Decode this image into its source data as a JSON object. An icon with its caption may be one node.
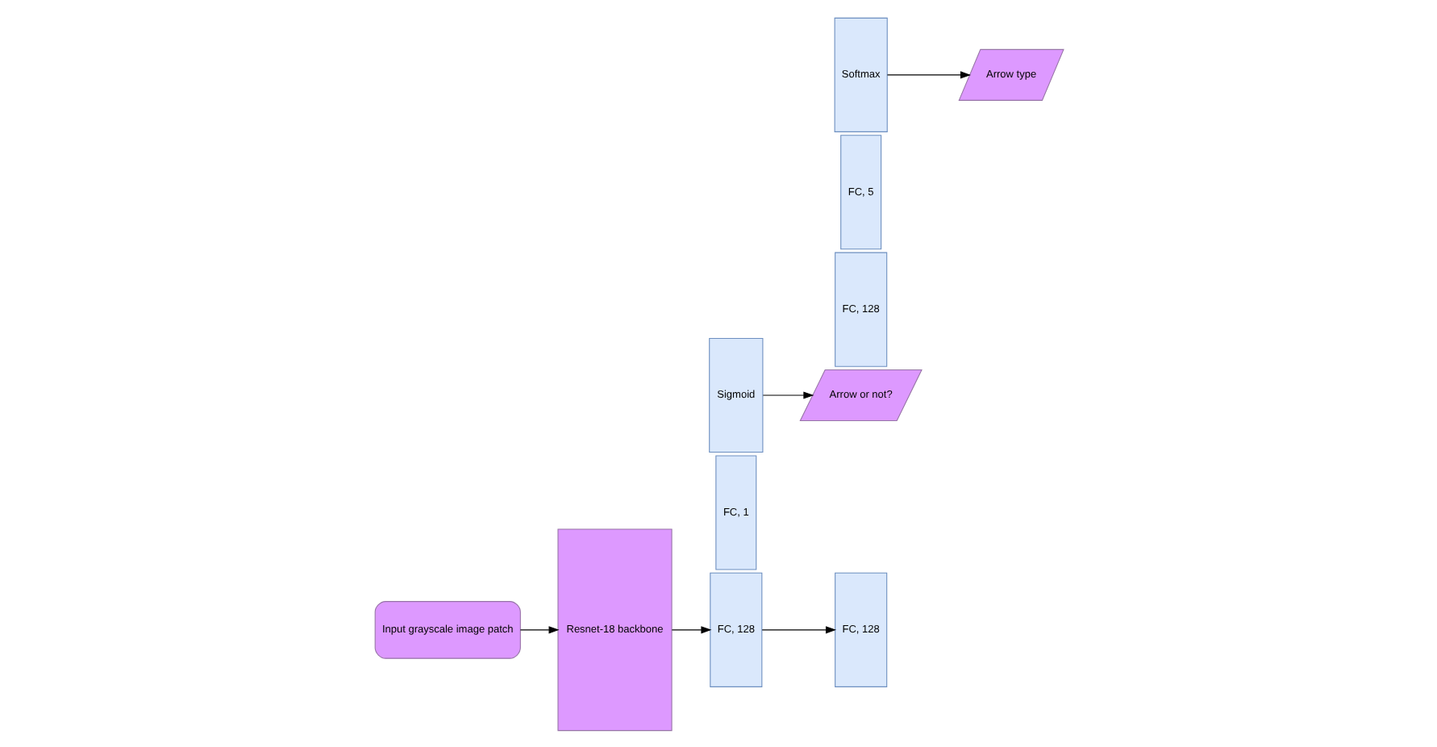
{
  "diagram": {
    "nodes": [
      {
        "text": [
          "Input grayscale image patch"
        ]
      },
      {
        "text": [
          "Resnet-18 backbone"
        ]
      },
      {
        "text": [
          "FC, 128"
        ]
      },
      {
        "text": [
          "FC, 1"
        ]
      },
      {
        "text": [
          "Sigmoid"
        ]
      },
      {
        "text": [
          "Arrow or not?"
        ]
      },
      {
        "text": [
          "FC, 128"
        ]
      },
      {
        "text": [
          "FC, 128"
        ]
      },
      {
        "text": [
          "FC, 5"
        ]
      },
      {
        "text": [
          "Softmax"
        ]
      },
      {
        "text": [
          "Arrow type"
        ]
      }
    ],
    "edges": [
      {
        "from": 0,
        "to": 1,
        "arrow": "to"
      },
      {
        "from": 1,
        "to": 2,
        "arrow": "to"
      },
      {
        "from": 4,
        "to": 5,
        "arrow": "to"
      },
      {
        "from": 2,
        "to": 6,
        "arrow": "to"
      },
      {
        "from": 9,
        "to": 10,
        "arrow": "to"
      }
    ]
  }
}
